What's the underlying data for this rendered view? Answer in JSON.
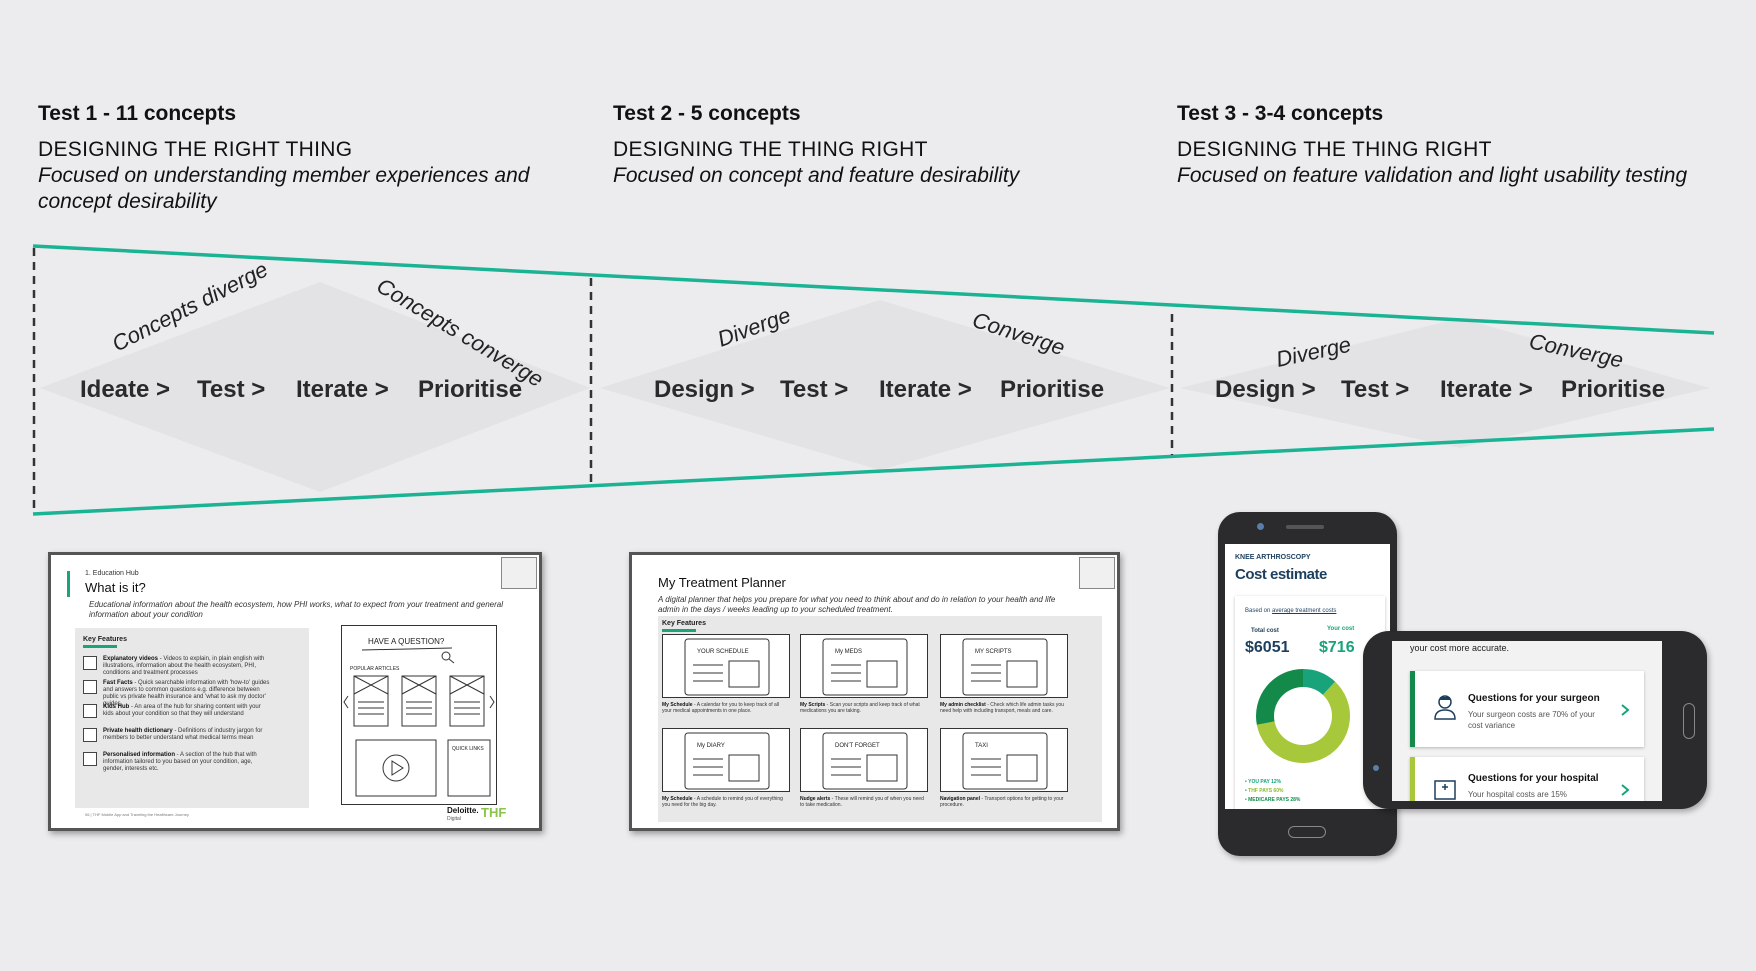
{
  "tests": [
    {
      "title": "Test 1 - 11 concepts",
      "subtitle": "DESIGNING THE RIGHT THING",
      "description": "Focused on understanding member experiences and concept desirability",
      "arc_left": "Concepts diverge",
      "arc_right": "Concepts converge",
      "steps": [
        "Ideate >",
        "Test >",
        "Iterate >",
        "Prioritise"
      ]
    },
    {
      "title": "Test 2 - 5 concepts",
      "subtitle": "DESIGNING THE THING RIGHT",
      "description": "Focused on concept and feature desirability",
      "arc_left": "Diverge",
      "arc_right": "Converge",
      "steps": [
        "Design >",
        "Test >",
        "Iterate >",
        "Prioritise"
      ]
    },
    {
      "title": "Test 3 - 3-4 concepts",
      "subtitle": "DESIGNING THE THING RIGHT",
      "description": "Focused on feature validation and light usability testing",
      "arc_left": "Diverge",
      "arc_right": "Converge",
      "steps": [
        "Design >",
        "Test >",
        "Iterate >",
        "Prioritise"
      ]
    }
  ],
  "colors": {
    "funnel_line": "#1ab394",
    "background": "#ececee",
    "accent_green": "#138a4a",
    "accent_lime": "#a6c83a"
  },
  "slide1": {
    "section": "1. Education Hub",
    "title": "What is it?",
    "intro": "Educational information about the health ecosystem, how PHI works, what to expect from your treatment and general information about your condition",
    "features_label": "Key Features",
    "features": [
      {
        "name": "Explanatory videos",
        "text": " - Videos to explain, in plain english with illustrations, information about the health ecosystem, PHI, conditions and treatment processes"
      },
      {
        "name": "Fast Facts",
        "text": " - Quick searchable information with 'how-to' guides and answers to common questions e.g. difference between public vs private health insurance and 'what to ask my doctor' guides"
      },
      {
        "name": "Kids Hub",
        "text": " - An area of the hub for sharing content with your kids about your condition so that they will understand"
      },
      {
        "name": "Private health dictionary",
        "text": " - Definitions of industry jargon for members to better understand what medical terms mean"
      },
      {
        "name": "Personalised information",
        "text": " - A section of the hub that with information tailored to you based on your condition, age, gender, interests etc."
      }
    ],
    "sketch_heading": "HAVE A QUESTION?",
    "sketch_sub": "POPULAR ARTICLES",
    "sketch_quick": "QUICK LINKS",
    "footer": "06 | THF Mobile App and Traveling the Healthcare Journey",
    "brand1": "Deloitte.",
    "brand1_sub": "Digital",
    "brand2": "THF"
  },
  "slide2": {
    "title": "My Treatment Planner",
    "intro": "A digital planner that helps you prepare for what you need to think about and do in relation to your health and life admin in the days / weeks leading up to your scheduled treatment.",
    "features_label": "Key Features",
    "cells": [
      {
        "sketch": "YOUR SCHEDULE",
        "name": "My Schedule",
        "text": " - A calendar for you to keep track of all your medical appointments in one place."
      },
      {
        "sketch": "My MEDS",
        "name": "My Scripts",
        "text": " - Scan your scripts and keep track of what medications you are taking."
      },
      {
        "sketch": "MY SCRIPTS",
        "name": "My admin checklist",
        "text": " - Check which life admin tasks you need help with including transport, meals and care."
      },
      {
        "sketch": "My DIARY",
        "name": "My Schedule",
        "text": " - A schedule to remind you of everything you need for the big day."
      },
      {
        "sketch": "DON'T FORGET",
        "name": "Nudge alerts",
        "text": " - These will remind you of when you need to take medication."
      },
      {
        "sketch": "TAXI",
        "name": "Navigation panel",
        "text": " - Transport options for getting to your procedure."
      }
    ]
  },
  "phone1": {
    "label": "KNEE ARTHROSCOPY",
    "title": "Cost estimate",
    "based_on": "Based on ",
    "based_link": "average treatment costs",
    "total_label": "Total cost",
    "total_value": "$6051",
    "your_label": "Your cost",
    "your_value": "$716",
    "legend": [
      "YOU PAY 12%",
      "THF PAYS 60%",
      "MEDICARE PAYS 28%"
    ],
    "donut": [
      12,
      60,
      28
    ]
  },
  "phone2": {
    "top_text": "your cost more accurate.",
    "q1_title": "Questions for your surgeon",
    "q1_text": "Your surgeon costs are 70% of your cost variance",
    "q2_title": "Questions for your hospital",
    "q2_text": "Your hospital costs are 15%"
  }
}
